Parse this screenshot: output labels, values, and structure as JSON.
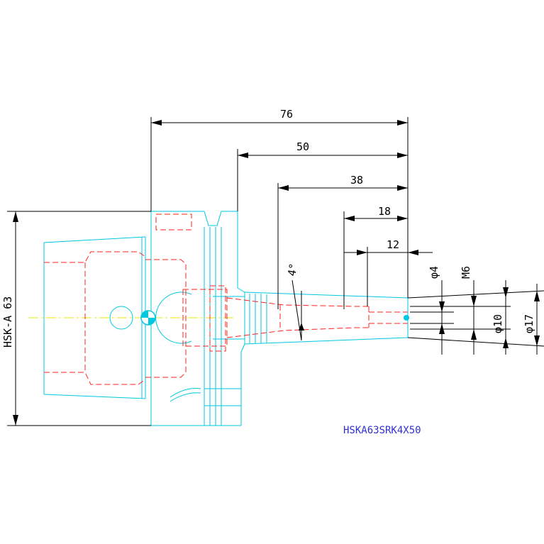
{
  "drawing": {
    "model_label": "HSKA63SRK4X50",
    "colors": {
      "outline": "#00c8e0",
      "hidden": "#ff2020",
      "dimension": "#000000",
      "centerline": "#e8e800",
      "label": "#3030d0"
    },
    "dimensions": {
      "length_76": "76",
      "length_50": "50",
      "length_38": "38",
      "length_18": "18",
      "length_12": "12",
      "taper_angle": "4°",
      "dia_4": "φ4",
      "thread_m6": "M6",
      "dia_10": "φ10",
      "dia_17": "φ17",
      "interface": "HSK-A 63"
    }
  }
}
